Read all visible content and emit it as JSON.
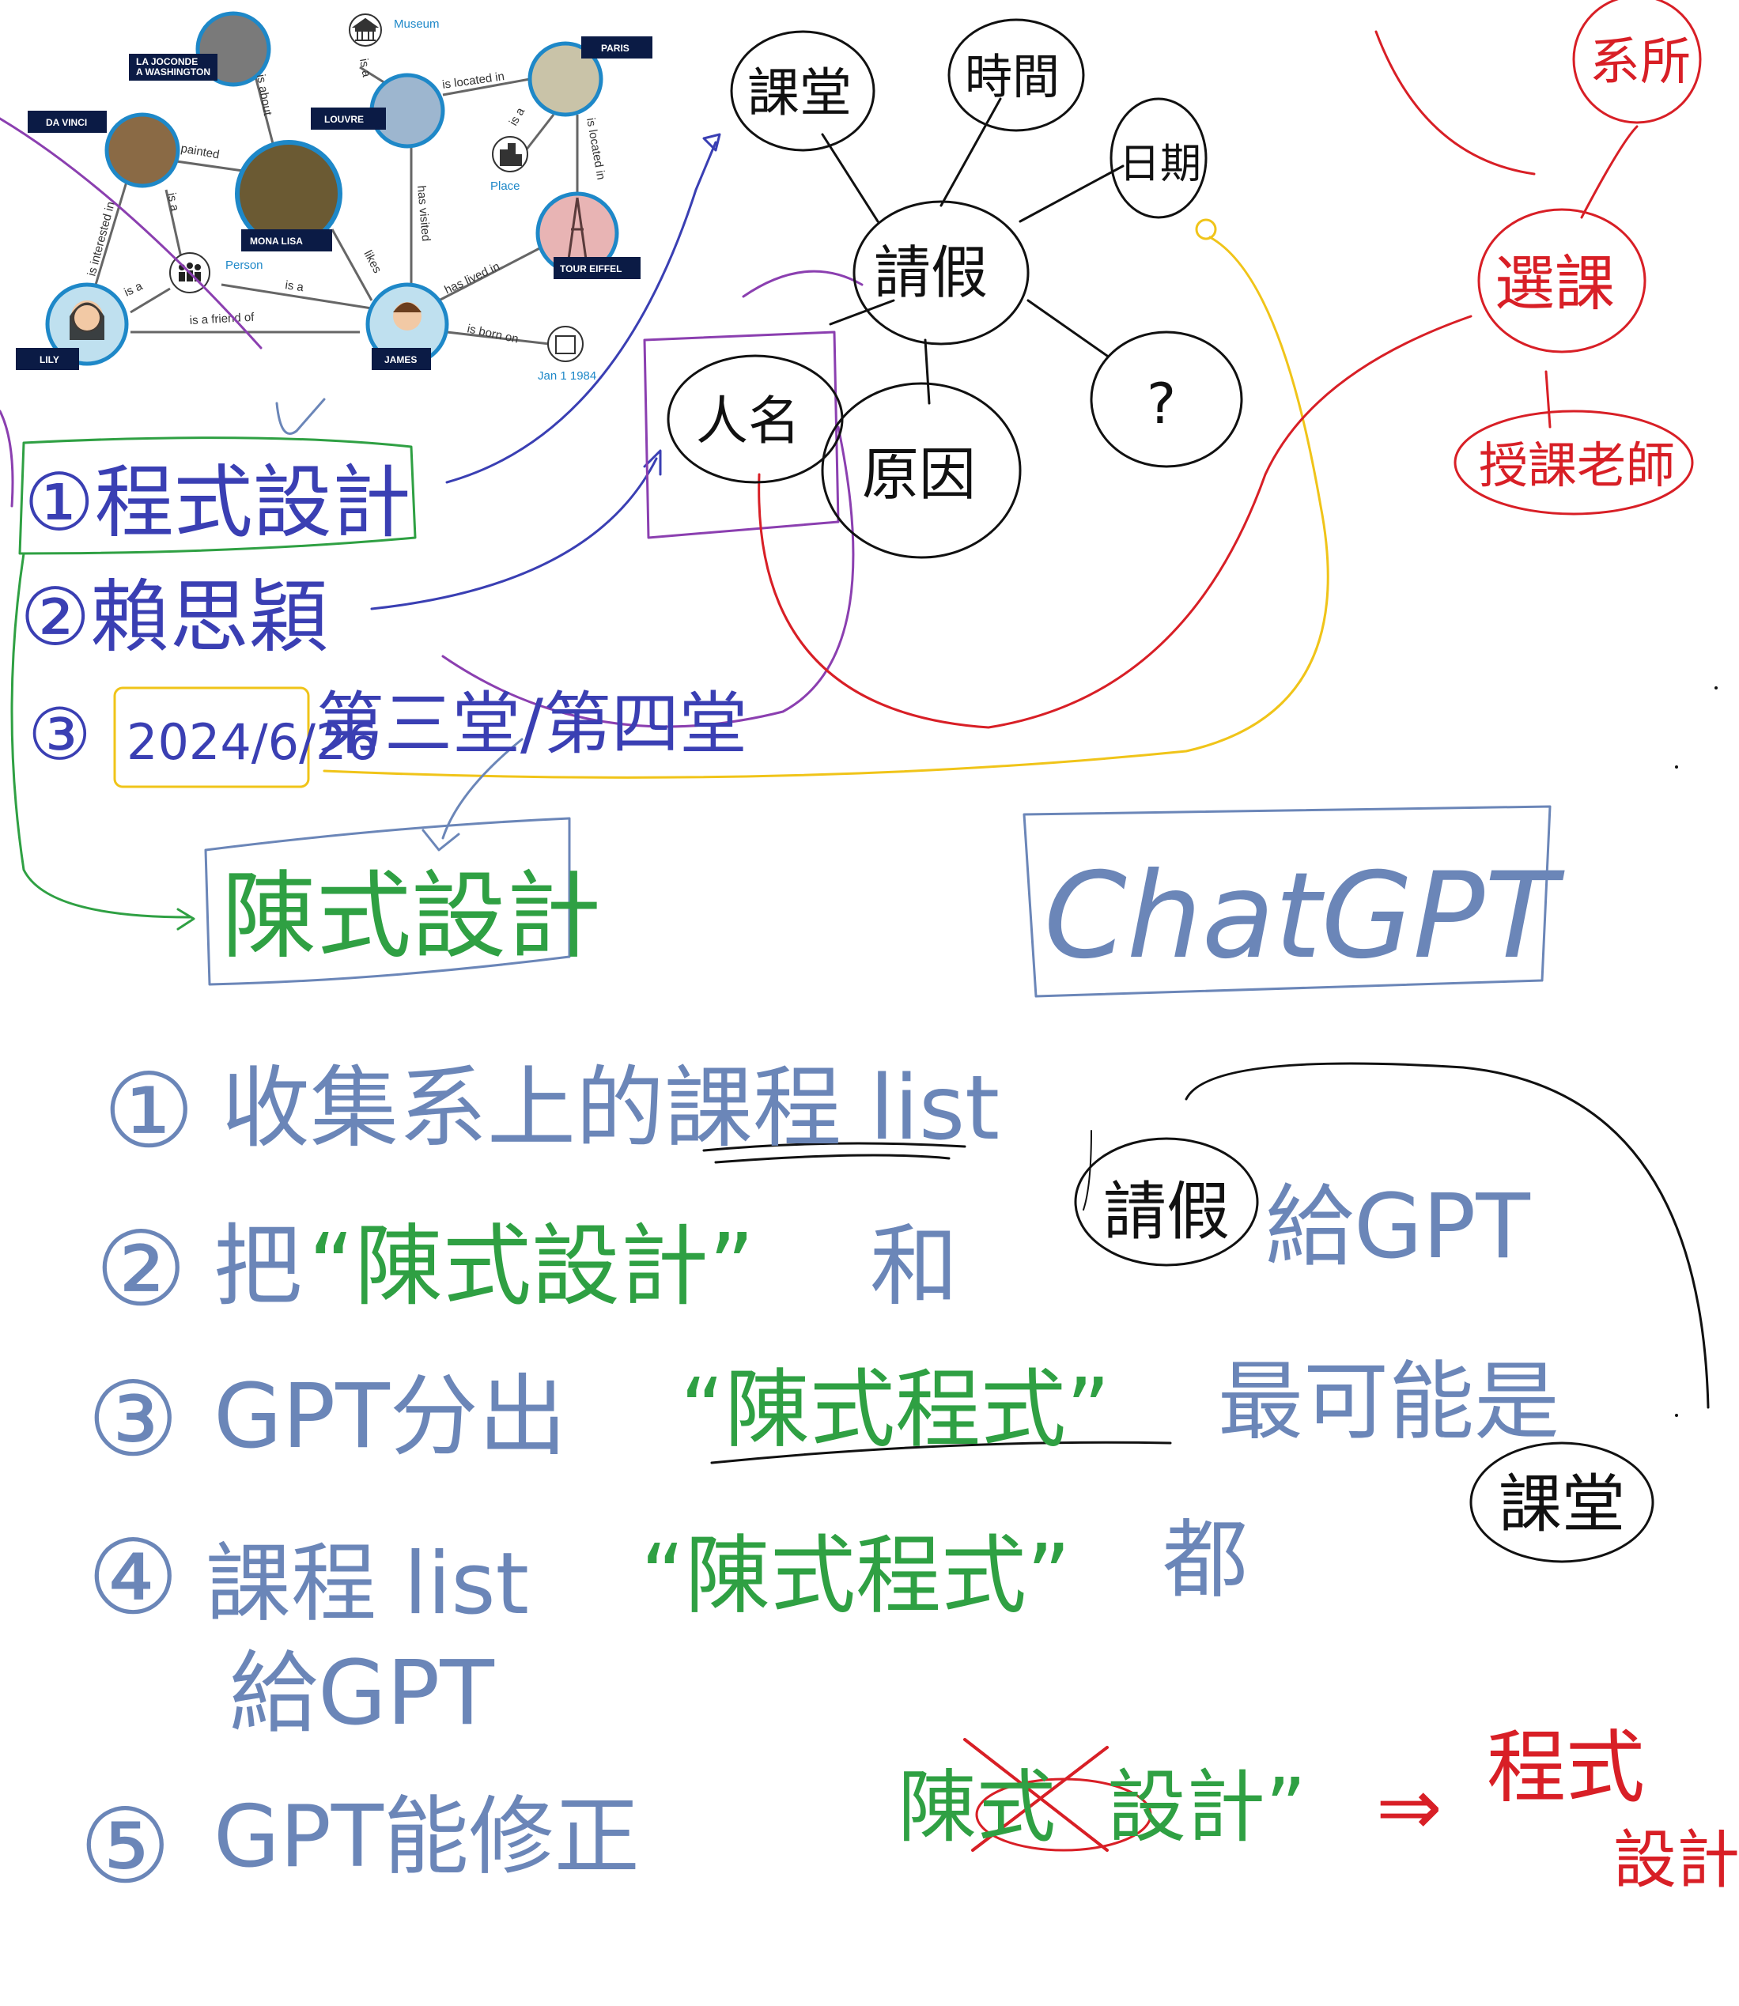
{
  "knowledge_graph": {
    "nodes": {
      "la_joconde": "LA JOCONDE\nA WASHINGTON",
      "museum": "Museum",
      "paris": "PARIS",
      "da_vinci": "DA VINCI",
      "louvre": "LOUVRE",
      "place": "Place",
      "mona_lisa": "MONA LISA",
      "person": "Person",
      "tour_eiffel": "TOUR EIFFEL",
      "lily": "LILY",
      "james": "JAMES",
      "date": "Jan 1 1984"
    },
    "edges": {
      "is_about": "is about",
      "is_a_louvre": "is a",
      "is_located_in_1": "is located in",
      "is_a_paris": "is a",
      "is_located_in_2": "is located in",
      "painted": "painted",
      "is_a_davinci": "is a",
      "is_interested_in": "is interested in",
      "has_visited": "has visited",
      "likes": "likes",
      "is_a_lily": "is a",
      "is_a_james": "is a",
      "is_a_friend_of": "is a friend of",
      "has_lived_in": "has lived in",
      "is_born_on": "is born on"
    }
  },
  "mindmap": {
    "center": "請假",
    "nodes": [
      "課堂",
      "時間",
      "日期",
      "人名",
      "原因",
      "?"
    ],
    "right_nodes": [
      "系所",
      "選課",
      "授課老師"
    ]
  },
  "notes_top": {
    "item1": "①程式設計",
    "item2": "②賴思穎",
    "item3_prefix": "③",
    "item3_date": "2024/6/26",
    "item3_suffix": "第三堂/第四堂",
    "box": "陳式設計"
  },
  "chatgpt_box": "ChatGPT",
  "steps": [
    {
      "num": "①",
      "text": "收集系上的課程 list"
    },
    {
      "num": "②",
      "pre": "把",
      "green": "“陳式設計”",
      "mid": "和",
      "circled": "請假",
      "post": "給GPT"
    },
    {
      "num": "③",
      "pre": "GPT分出",
      "green": "“陳式程式”",
      "post": "最可能是"
    },
    {
      "num": "④",
      "pre": "課程 list",
      "green": "“陳式程式”",
      "post": "都"
    },
    {
      "num": "",
      "text": "給GPT"
    },
    {
      "num": "⑤",
      "pre": "GPT能修正",
      "crossed": "陳式",
      "green": "設計”",
      "arrow": "⇒",
      "red1": "程式",
      "red2": "設計"
    }
  ],
  "circled_side": "課堂"
}
